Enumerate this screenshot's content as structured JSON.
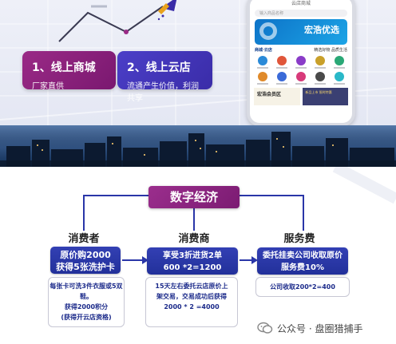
{
  "hero": {
    "card1": {
      "title": "1、线上商城",
      "subtitle": "厂家直供"
    },
    "card2": {
      "title": "2、线上云店",
      "subtitle": "流通产生价值，利润共享"
    }
  },
  "phone": {
    "header": "云店商城",
    "search_placeholder": "输入商品名称",
    "banner_text": "宏浩优选",
    "brand_name": "商城·云店",
    "brand_tagline": "精选好物 品质生活",
    "member_zone": "宏浩会员区",
    "promo_text": "新品上市 限时特惠"
  },
  "flow": {
    "title": "数字经济",
    "columns": [
      {
        "label": "消费者",
        "box_lines": [
          "原价购2000",
          "获得5张洗护卡"
        ],
        "note_lines": [
          "每张卡可洗3件衣服或5双鞋。",
          "获得2000积分",
          "(获得开云店资格)"
        ]
      },
      {
        "label": "消费商",
        "box_lines": [
          "享受3折进货2单",
          "600 *2=1200"
        ],
        "note_lines": [
          "15天左右委托云店原价上",
          "架交易，交易成功后获得",
          "2000 * 2 =4000"
        ]
      },
      {
        "label": "服务费",
        "box_lines": [
          "委托挂卖公司收取原价",
          "服务费10%"
        ],
        "note_lines": [
          "公司收取200*2=400"
        ]
      }
    ]
  },
  "watermark": {
    "text": "公众号 · 盘圈猎捕手"
  },
  "colors": {
    "purple": "#8a2280",
    "blue": "#2a36a8",
    "indigo": "#4b3fc8",
    "note_text": "#1b2a8a"
  }
}
